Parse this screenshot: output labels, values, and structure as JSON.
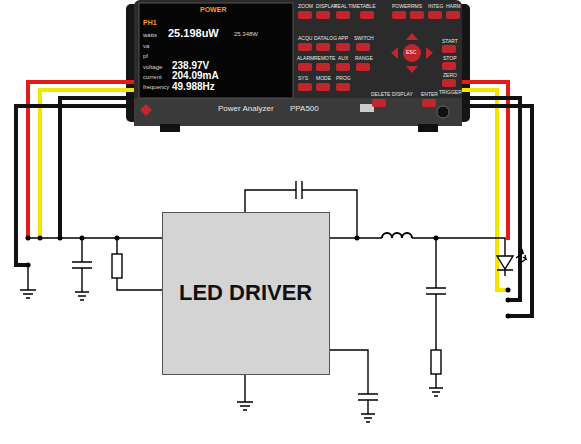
{
  "diagram": {
    "nodes": [
      {
        "text": [
          "Power Analyzer",
          "PPA500"
        ]
      },
      {
        "text": [
          "LED DRIVER"
        ]
      }
    ],
    "labels": [
      "POWER",
      "PH1",
      "watts",
      "25.198uW",
      "25.348W",
      "va",
      "pf",
      "voltage",
      "238.97V",
      "current",
      "204.09mA",
      "frequency",
      "49.988Hz",
      "ZOOM",
      "DISPLAY",
      "REAL TIME",
      "TABLE",
      "POWER",
      "RMS",
      "INTEG",
      "HARM",
      "ACQU",
      "DATALOG",
      "APP",
      "SWITCH",
      "ALARM",
      "REMOTE",
      "AUX",
      "SYS",
      "MODE",
      "PROG",
      "RANGE",
      "START",
      "STOP",
      "ZERO",
      "DELETE",
      "ESC",
      "ENTER",
      "TRIGGER",
      "DISPLAY"
    ]
  }
}
